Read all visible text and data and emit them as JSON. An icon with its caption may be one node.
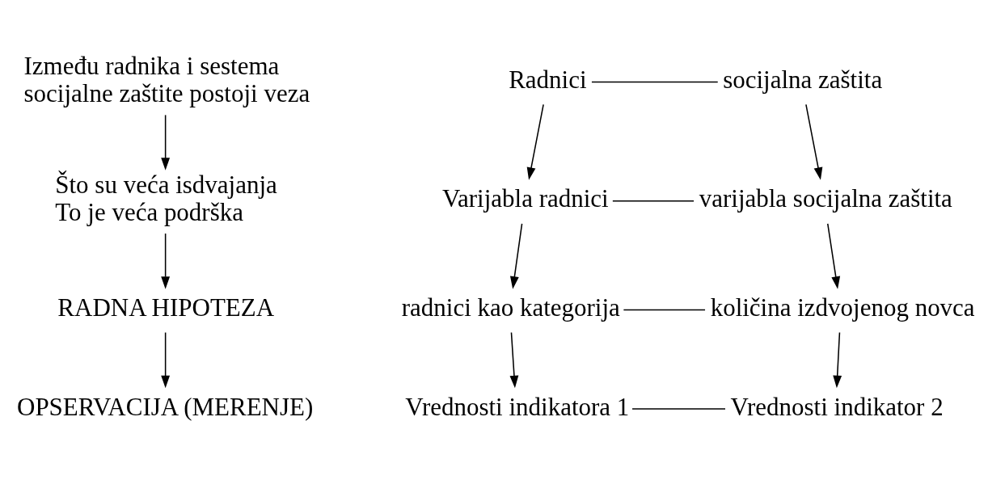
{
  "diagram": {
    "nodes": [
      {
        "text": [
          "Između radnika i sestema socijalne zaštite postoji veza"
        ]
      },
      {
        "text": [
          "Radnici"
        ]
      },
      {
        "text": [
          "socijalna zaštita"
        ]
      },
      {
        "text": [
          "Što su veća isdvajanja",
          "To je veća podrška"
        ]
      },
      {
        "text": [
          "Varijabla radnici"
        ]
      },
      {
        "text": [
          "varijabla socijalna zaštita"
        ]
      },
      {
        "text": [
          "RADNA HIPOTEZA"
        ]
      },
      {
        "text": [
          "radnici kao kategorija"
        ]
      },
      {
        "text": [
          "količina izdvojenog novca"
        ]
      },
      {
        "text": [
          "OPSERVACIJA (MERENJE)"
        ]
      },
      {
        "text": [
          "Vrednosti indikatora 1"
        ]
      },
      {
        "text": [
          "Vrednosti indikator 2"
        ]
      }
    ],
    "edges": [
      {
        "from": 1,
        "to": 2,
        "arrow": "none"
      },
      {
        "from": 0,
        "to": 3,
        "arrow": "to"
      },
      {
        "from": 1,
        "to": 4,
        "arrow": "to"
      },
      {
        "from": 2,
        "to": 5,
        "arrow": "to"
      },
      {
        "from": 4,
        "to": 5,
        "arrow": "none"
      },
      {
        "from": 3,
        "to": 6,
        "arrow": "to"
      },
      {
        "from": 4,
        "to": 7,
        "arrow": "to"
      },
      {
        "from": 5,
        "to": 8,
        "arrow": "to"
      },
      {
        "from": 7,
        "to": 8,
        "arrow": "none"
      },
      {
        "from": 6,
        "to": 9,
        "arrow": "to"
      },
      {
        "from": 7,
        "to": 10,
        "arrow": "to"
      },
      {
        "from": 8,
        "to": 11,
        "arrow": "to"
      },
      {
        "from": 10,
        "to": 11,
        "arrow": "none"
      }
    ]
  }
}
